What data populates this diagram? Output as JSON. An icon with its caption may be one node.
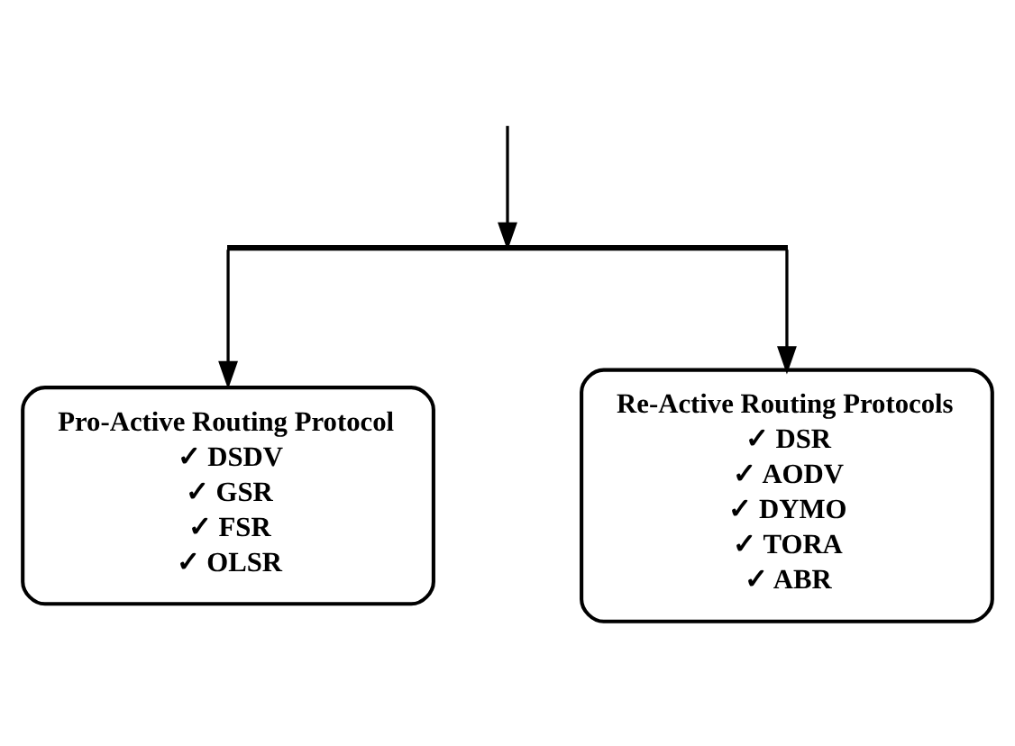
{
  "diagram": {
    "nodes": [
      {
        "text": [],
        "shape": "bar"
      },
      {
        "text": [
          "Pro-Active Routing Protocol",
          "✓ DSDV",
          "✓ GSR",
          "✓ FSR",
          "✓ OLSR"
        ]
      },
      {
        "text": [
          "Re-Active Routing Protocols",
          "✓ DSR",
          "✓ AODV",
          "✓ DYMO",
          "✓ TORA",
          "✓ ABR"
        ]
      }
    ],
    "edges": [
      {
        "from": null,
        "to": 0,
        "arrow": "to"
      },
      {
        "from": 0,
        "to": 1,
        "arrow": "to"
      },
      {
        "from": 0,
        "to": 2,
        "arrow": "to"
      }
    ]
  }
}
